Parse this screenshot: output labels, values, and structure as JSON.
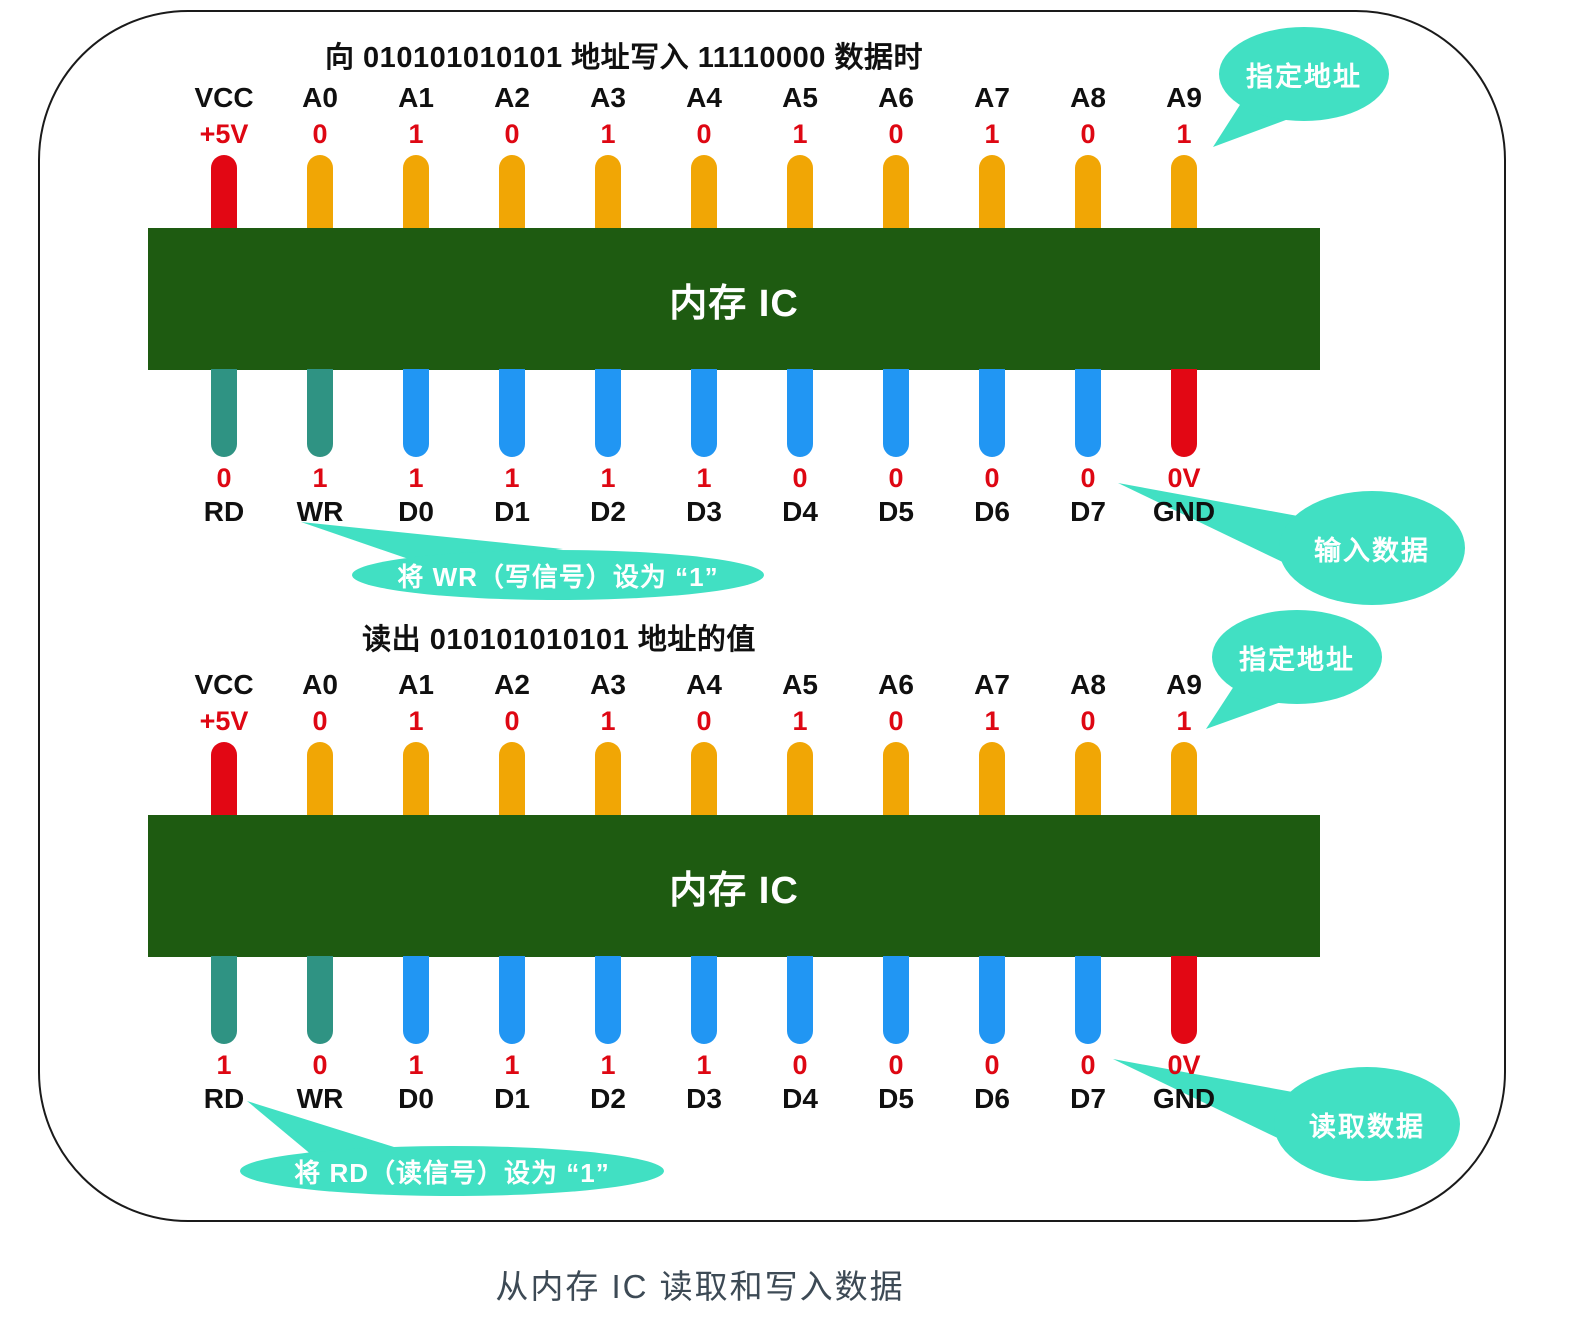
{
  "caption": "从内存 IC 读取和写入数据",
  "colors": {
    "chip_green": "#1E5B11",
    "address_orange": "#F1A605",
    "power_red": "#E20714",
    "control_teal": "#2F9383",
    "data_blue": "#2196F3",
    "callout_teal": "#41E0C3",
    "value_red": "#DE0713",
    "label_black": "#101010",
    "caption_gray": "#3D4A55"
  },
  "diagrams": [
    {
      "id": "write",
      "title": "向 010101010101 地址写入 11110000 数据时",
      "chip_label": "内存 IC",
      "top_pins": [
        {
          "name": "VCC",
          "value": "+5V",
          "role": "power"
        },
        {
          "name": "A0",
          "value": "0",
          "role": "address"
        },
        {
          "name": "A1",
          "value": "1",
          "role": "address"
        },
        {
          "name": "A2",
          "value": "0",
          "role": "address"
        },
        {
          "name": "A3",
          "value": "1",
          "role": "address"
        },
        {
          "name": "A4",
          "value": "0",
          "role": "address"
        },
        {
          "name": "A5",
          "value": "1",
          "role": "address"
        },
        {
          "name": "A6",
          "value": "0",
          "role": "address"
        },
        {
          "name": "A7",
          "value": "1",
          "role": "address"
        },
        {
          "name": "A8",
          "value": "0",
          "role": "address"
        },
        {
          "name": "A9",
          "value": "1",
          "role": "address"
        }
      ],
      "bottom_pins": [
        {
          "name": "RD",
          "value": "0",
          "role": "control"
        },
        {
          "name": "WR",
          "value": "1",
          "role": "control"
        },
        {
          "name": "D0",
          "value": "1",
          "role": "data"
        },
        {
          "name": "D1",
          "value": "1",
          "role": "data"
        },
        {
          "name": "D2",
          "value": "1",
          "role": "data"
        },
        {
          "name": "D3",
          "value": "1",
          "role": "data"
        },
        {
          "name": "D4",
          "value": "0",
          "role": "data"
        },
        {
          "name": "D5",
          "value": "0",
          "role": "data"
        },
        {
          "name": "D6",
          "value": "0",
          "role": "data"
        },
        {
          "name": "D7",
          "value": "0",
          "role": "data"
        },
        {
          "name": "GND",
          "value": "0V",
          "role": "power"
        }
      ],
      "callouts": {
        "address_label": "指定地址",
        "data_label": "输入数据",
        "signal_label": "将 WR（写信号）设为 “1”"
      }
    },
    {
      "id": "read",
      "title": "读出 010101010101 地址的值",
      "chip_label": "内存 IC",
      "top_pins": [
        {
          "name": "VCC",
          "value": "+5V",
          "role": "power"
        },
        {
          "name": "A0",
          "value": "0",
          "role": "address"
        },
        {
          "name": "A1",
          "value": "1",
          "role": "address"
        },
        {
          "name": "A2",
          "value": "0",
          "role": "address"
        },
        {
          "name": "A3",
          "value": "1",
          "role": "address"
        },
        {
          "name": "A4",
          "value": "0",
          "role": "address"
        },
        {
          "name": "A5",
          "value": "1",
          "role": "address"
        },
        {
          "name": "A6",
          "value": "0",
          "role": "address"
        },
        {
          "name": "A7",
          "value": "1",
          "role": "address"
        },
        {
          "name": "A8",
          "value": "0",
          "role": "address"
        },
        {
          "name": "A9",
          "value": "1",
          "role": "address"
        }
      ],
      "bottom_pins": [
        {
          "name": "RD",
          "value": "1",
          "role": "control"
        },
        {
          "name": "WR",
          "value": "0",
          "role": "control"
        },
        {
          "name": "D0",
          "value": "1",
          "role": "data"
        },
        {
          "name": "D1",
          "value": "1",
          "role": "data"
        },
        {
          "name": "D2",
          "value": "1",
          "role": "data"
        },
        {
          "name": "D3",
          "value": "1",
          "role": "data"
        },
        {
          "name": "D4",
          "value": "0",
          "role": "data"
        },
        {
          "name": "D5",
          "value": "0",
          "role": "data"
        },
        {
          "name": "D6",
          "value": "0",
          "role": "data"
        },
        {
          "name": "D7",
          "value": "0",
          "role": "data"
        },
        {
          "name": "GND",
          "value": "0V",
          "role": "power"
        }
      ],
      "callouts": {
        "address_label": "指定地址",
        "data_label": "读取数据",
        "signal_label": "将 RD（读信号）设为 “1”"
      }
    }
  ]
}
